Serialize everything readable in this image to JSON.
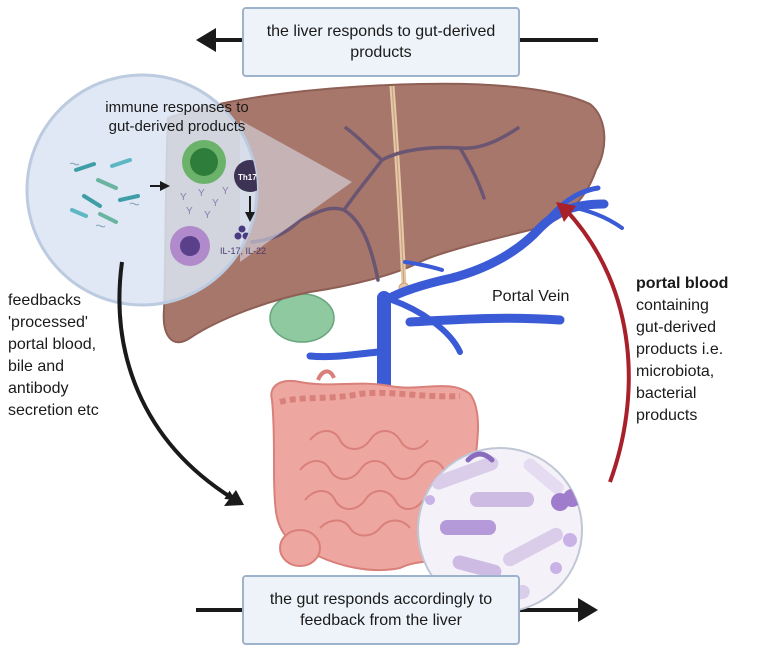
{
  "top_box": {
    "text": "the liver responds to gut-derived\nproducts"
  },
  "bottom_box": {
    "text": "the gut responds accordingly to\nfeedback from the liver"
  },
  "left_label": {
    "text": "feedbacks\n'processed'\nportal blood,\nbile and\nantibody\nsecretion etc"
  },
  "right_label": {
    "title": "portal blood",
    "text": "containing\ngut-derived\nproducts i.e.\nmicrobiota,\nbacterial\nproducts"
  },
  "portal_vein_label": "Portal Vein",
  "immune_inset": {
    "title": "immune responses to\ngut-derived products",
    "th17_label": "Th17",
    "cytokines_label": "IL-17, IL-22"
  },
  "colors": {
    "liver": "#a8776b",
    "liver_dark": "#8d5f55",
    "gallbladder": "#8fc9a0",
    "portal_vein": "#3b5bd6",
    "intestine": "#eea6a0",
    "intestine_dark": "#d9807a",
    "arrow_dark": "#1a1a1a",
    "arrow_red": "#a8202a",
    "box_fill": "#eef3fa",
    "box_border": "#9fb2cc",
    "inset_fill": "#d9e4f2",
    "bacteria_purple": "#b59ad9"
  }
}
